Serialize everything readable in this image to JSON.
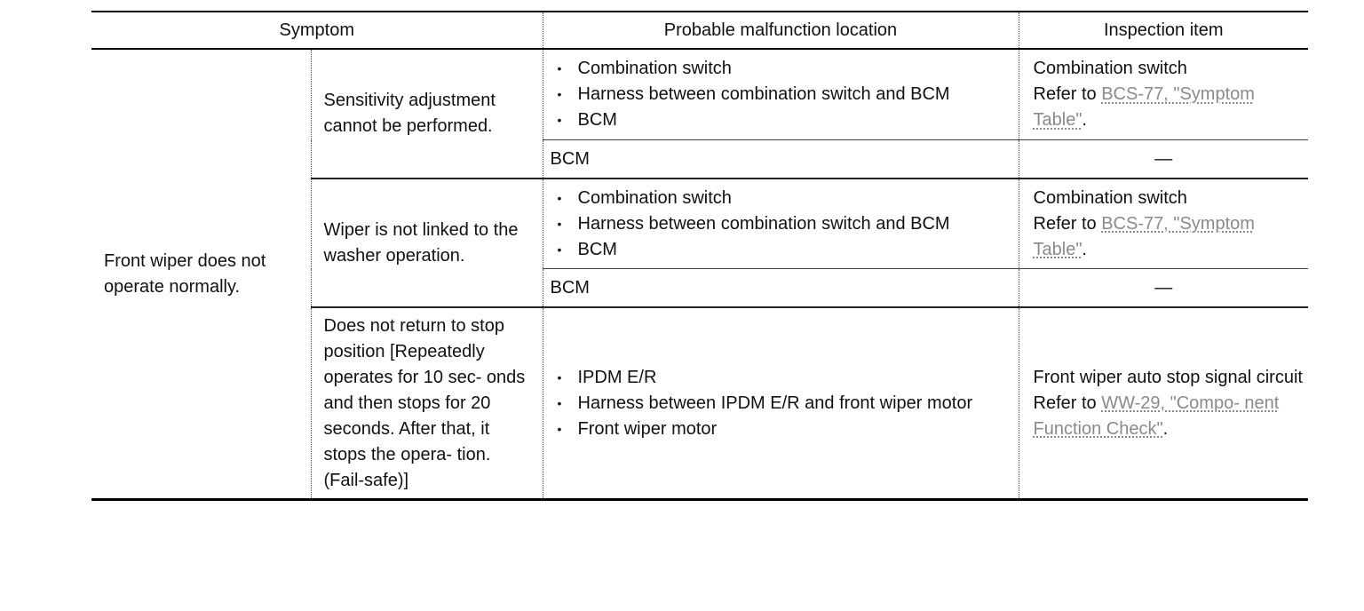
{
  "headers": {
    "symptom": "Symptom",
    "location": "Probable malfunction location",
    "inspection": "Inspection item"
  },
  "main_symptom": "Front wiper does not operate normally.",
  "rows": [
    {
      "sub_symptom": "Sensitivity adjustment cannot be performed.",
      "entries": [
        {
          "locations": [
            "Combination switch",
            "Harness between combination switch and BCM",
            "BCM"
          ],
          "inspection_title": "Combination switch",
          "refer_prefix": "Refer to",
          "refer_link": "BCS-77, \"Symptom Table\"",
          "refer_suffix": "."
        },
        {
          "location_text": "BCM",
          "inspection_text": "—"
        }
      ]
    },
    {
      "sub_symptom": "Wiper is not linked to the washer operation.",
      "entries": [
        {
          "locations": [
            "Combination switch",
            "Harness between combination switch and BCM",
            "BCM"
          ],
          "inspection_title": "Combination switch",
          "refer_prefix": "Refer to",
          "refer_link": "BCS-77, \"Symptom Table\"",
          "refer_suffix": "."
        },
        {
          "location_text": "BCM",
          "inspection_text": "—"
        }
      ]
    },
    {
      "sub_symptom": "Does not return to stop position [Repeatedly operates for 10 sec- onds and then stops for 20 seconds. After that, it stops the opera- tion. (Fail-safe)]",
      "entries": [
        {
          "locations": [
            "IPDM E/R",
            "Harness between IPDM E/R and front wiper motor",
            "Front wiper motor"
          ],
          "inspection_title": "Front wiper auto stop signal circuit",
          "refer_prefix": "Refer to",
          "refer_link": "WW-29, \"Compo- nent Function Check\"",
          "refer_suffix": "."
        }
      ]
    }
  ]
}
